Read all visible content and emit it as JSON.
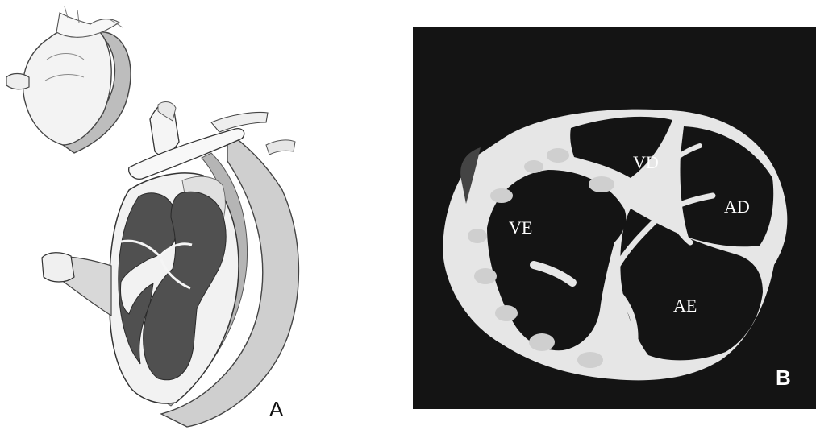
{
  "panels": {
    "a_label": "A",
    "b_label": "B"
  },
  "chambers": {
    "rv": "VD",
    "ra": "AD",
    "lv": "VE",
    "la": "AE"
  },
  "colors": {
    "chamber_fill": "#505050",
    "tissue_light": "#f0f0f0",
    "tissue_mid": "#c9c9c9",
    "mri_background": "#141414",
    "mri_tissue": "#e6e6e6"
  }
}
